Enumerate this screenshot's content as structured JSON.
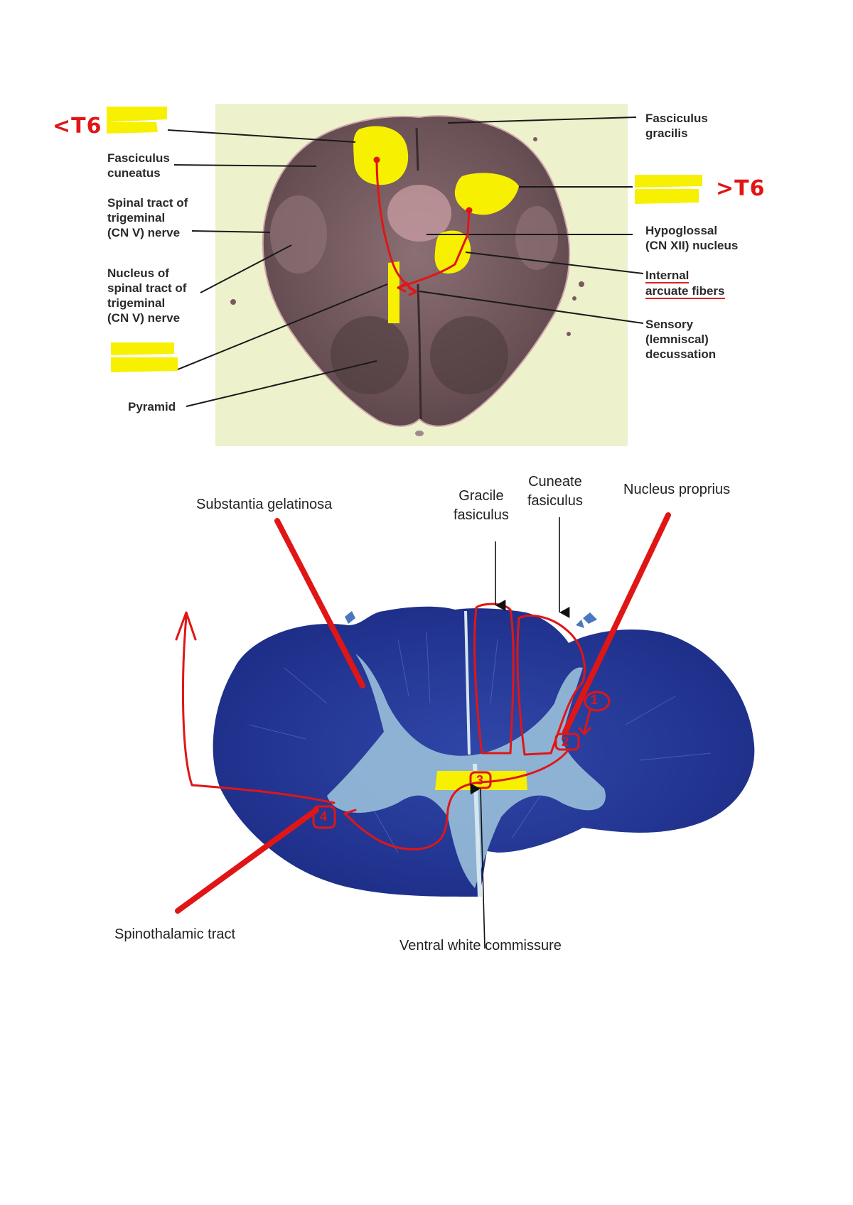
{
  "top_figure": {
    "left_labels": {
      "lt_t6": "<T6",
      "fasciculus_cuneatus": "Fasciculus\ncuneatus",
      "spinal_tract_trigeminal": "Spinal tract of\ntrigeminal\n(CN V) nerve",
      "nucleus_spinal_tract": "Nucleus of\nspinal tract of\ntrigeminal\n(CN V) nerve",
      "pyramid": "Pyramid"
    },
    "right_labels": {
      "fasciculus_gracilis": "Fasciculus\ngracilis",
      "gt_t6": ">T6",
      "hypoglossal_nucleus": "Hypoglossal\n(CN XII) nucleus",
      "internal_arcuate_line1": "Internal",
      "internal_arcuate_line2": "arcuate fibers",
      "sensory_decussation": "Sensory\n(lemniscal)\ndecussation"
    }
  },
  "bottom_figure": {
    "labels": {
      "substantia_gelatinosa": "Substantia gelatinosa",
      "gracile_fasiculus": "Gracile\nfasiculus",
      "cuneate_fasiculus": "Cuneate\nfasiculus",
      "nucleus_proprius": "Nucleus proprius",
      "spinothalamic_tract": "Spinothalamic tract",
      "ventral_white_commissure": "Ventral white commissure"
    },
    "markers": [
      "1",
      "2",
      "3",
      "4"
    ]
  },
  "colors": {
    "highlight": "#f7f000",
    "annotation_red": "#e01616",
    "myelin_blue": "#25389a",
    "tissue_brown": "#6b5256",
    "photo_background": "#eef2cc"
  }
}
